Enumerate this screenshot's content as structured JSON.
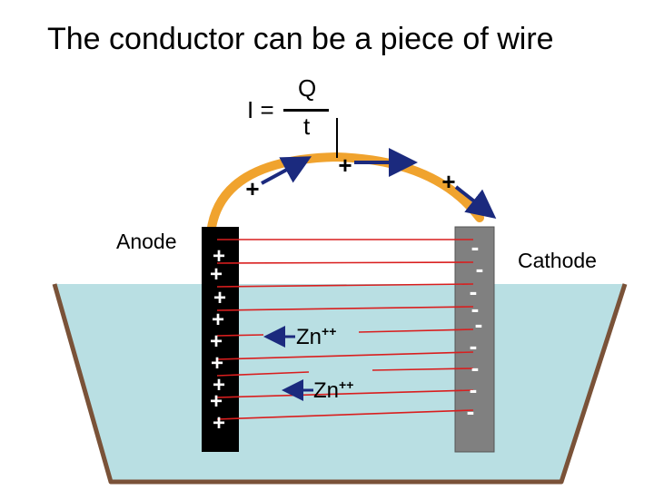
{
  "slide": {
    "title": "The conductor can be a piece of wire",
    "formula": {
      "lhs": "I",
      "equals": "=",
      "numerator": "Q",
      "denominator": "t"
    },
    "anode_label": "Anode",
    "cathode_label": "Cathode",
    "ions": [
      {
        "symbol": "Zn",
        "charge": "++"
      },
      {
        "symbol": "Zn",
        "charge": "++"
      }
    ],
    "wire_charge_sign": "+",
    "anode_sign": "+",
    "cathode_sign": "-"
  },
  "colors": {
    "solution": "#b9dfe3",
    "container_edge": "#7a5238",
    "wire": "#f0a32e",
    "anode": "#000000",
    "cathode": "#808080",
    "field_line": "#d91e1e",
    "arrow": "#1b2a7e"
  },
  "icons": [
    "current-arrow-icon",
    "ion-arrow-icon",
    "field-line-icon"
  ]
}
